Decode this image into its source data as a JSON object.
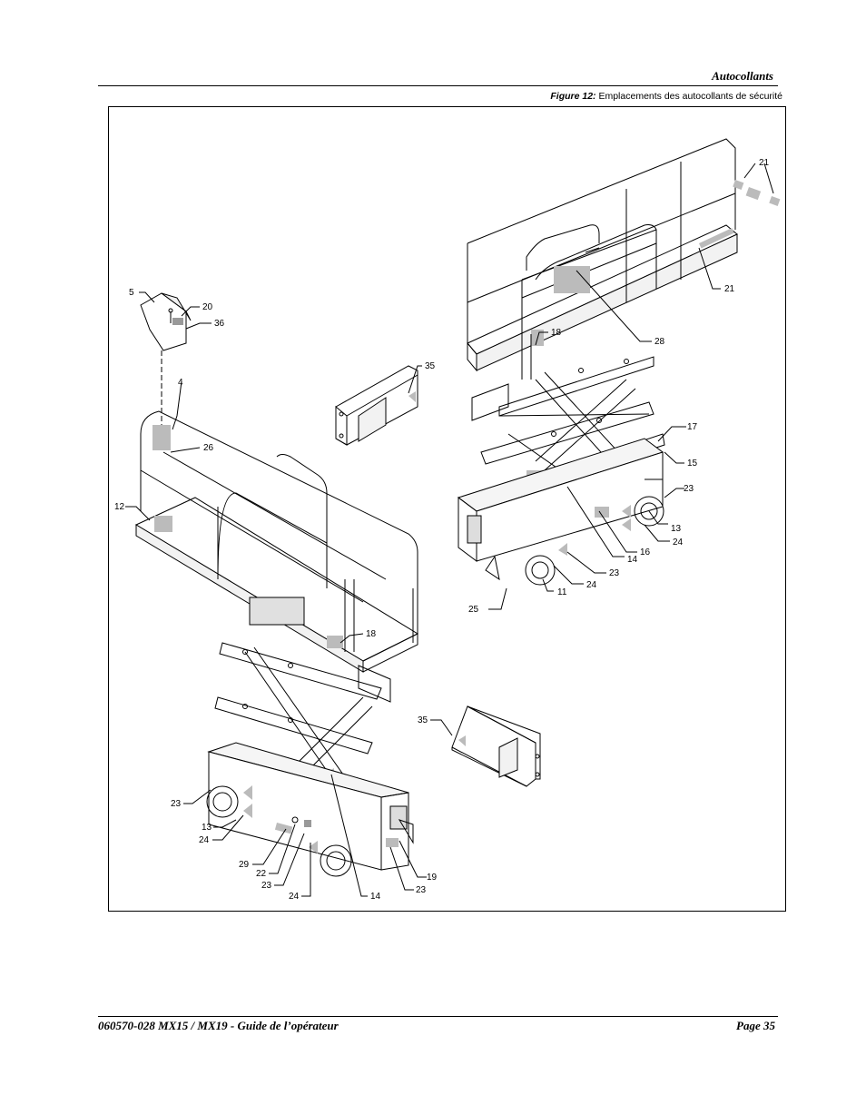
{
  "header": {
    "section_title": "Autocollants"
  },
  "figure": {
    "label": "Figure 12:",
    "caption": "Emplacements des autocollants de sécurité",
    "callouts": [
      {
        "id": "c21a",
        "text": "21"
      },
      {
        "id": "c21b",
        "text": "21"
      },
      {
        "id": "c5",
        "text": "5"
      },
      {
        "id": "c20",
        "text": "20"
      },
      {
        "id": "c36",
        "text": "36"
      },
      {
        "id": "c18a",
        "text": "18"
      },
      {
        "id": "c28",
        "text": "28"
      },
      {
        "id": "c35a",
        "text": "35"
      },
      {
        "id": "c4",
        "text": "4"
      },
      {
        "id": "c17",
        "text": "17"
      },
      {
        "id": "c26",
        "text": "26"
      },
      {
        "id": "c15",
        "text": "15"
      },
      {
        "id": "c12",
        "text": "12"
      },
      {
        "id": "c23a",
        "text": "23"
      },
      {
        "id": "c13a",
        "text": "13"
      },
      {
        "id": "c24a",
        "text": "24"
      },
      {
        "id": "c16",
        "text": "16"
      },
      {
        "id": "c14a",
        "text": "14"
      },
      {
        "id": "c23b",
        "text": "23"
      },
      {
        "id": "c24b",
        "text": "24"
      },
      {
        "id": "c11",
        "text": "11"
      },
      {
        "id": "c25",
        "text": "25"
      },
      {
        "id": "c18b",
        "text": "18"
      },
      {
        "id": "c35b",
        "text": "35"
      },
      {
        "id": "c23c",
        "text": "23"
      },
      {
        "id": "c13b",
        "text": "13"
      },
      {
        "id": "c24c",
        "text": "24"
      },
      {
        "id": "c29",
        "text": "29"
      },
      {
        "id": "c22",
        "text": "22"
      },
      {
        "id": "c23d",
        "text": "23"
      },
      {
        "id": "c19",
        "text": "19"
      },
      {
        "id": "c24d",
        "text": "24"
      },
      {
        "id": "c14b",
        "text": "14"
      },
      {
        "id": "c23e",
        "text": "23"
      }
    ]
  },
  "footer": {
    "document_title": "060570-028 MX15 / MX19 - Guide de l’opérateur",
    "page_label": "Page 35"
  }
}
